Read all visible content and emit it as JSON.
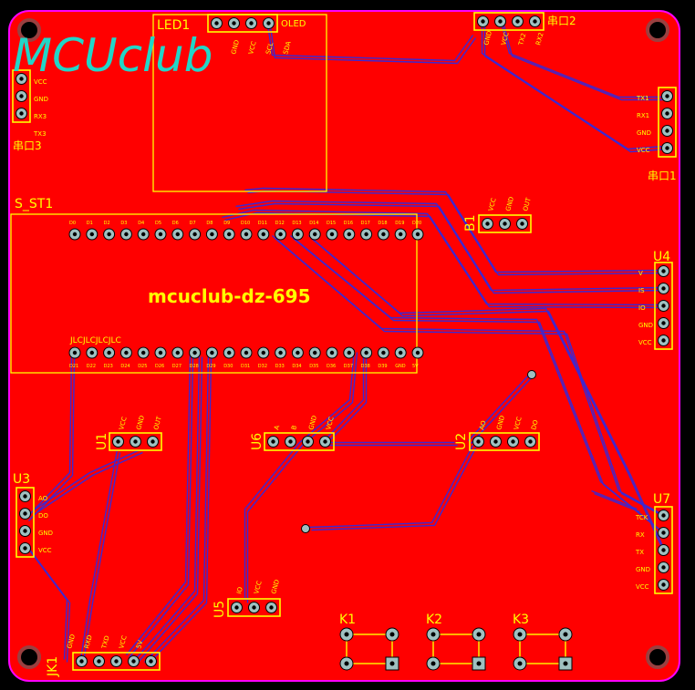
{
  "logo": "MCUclub",
  "board_text": {
    "main_title": "mcuclub-dz-695",
    "jlc_marker": "JLCJLCJLCJLC"
  },
  "designators": {
    "led1": "LED1",
    "oled": "OLED",
    "uart2": "串口2",
    "uart1": "串口1",
    "uart3": "串口3",
    "s_st1": "S_ST1",
    "b1": "B1",
    "u4": "U4",
    "u1": "U1",
    "u6": "U6",
    "u2": "U2",
    "u3": "U3",
    "u7": "U7",
    "u5": "U5",
    "jk1": "JK1",
    "k1": "K1",
    "k2": "K2",
    "k3": "K3"
  },
  "pin_labels": {
    "oled": [
      "GND",
      "VCC",
      "SCL",
      "SDA"
    ],
    "uart2": [
      "GND",
      "VCC",
      "TX2",
      "RX2"
    ],
    "uart1": [
      "TX1",
      "RX1",
      "GND",
      "VCC"
    ],
    "uart3": [
      "VCC",
      "GND",
      "RX3",
      "TX3"
    ],
    "b1": [
      "VCC",
      "GND",
      "OUT"
    ],
    "u4": [
      "V",
      "IS",
      "IO",
      "GND",
      "VCC"
    ],
    "u1": [
      "VCC",
      "GND",
      "OUT"
    ],
    "u6": [
      "A",
      "B",
      "GND",
      "VCC"
    ],
    "u2": [
      "AO",
      "GND",
      "VCC",
      "DO"
    ],
    "u3": [
      "AO",
      "DO",
      "GND",
      "VCC"
    ],
    "u7": [
      "TCK",
      "RX",
      "TX",
      "GND",
      "VCC"
    ],
    "u5": [
      "IO",
      "VCC",
      "GND"
    ],
    "jk1": [
      "GND",
      "RXD",
      "TXD",
      "VCC",
      "5V"
    ],
    "s_st1_top": [
      "D0",
      "D1",
      "D2",
      "D3",
      "D4",
      "D5",
      "D6",
      "D7",
      "D8",
      "D9",
      "D10",
      "D11",
      "D12",
      "D13",
      "D14",
      "D15",
      "D16",
      "D17",
      "D18",
      "D19",
      "D20"
    ],
    "s_st1_bottom": [
      "D21",
      "D22",
      "D23",
      "D24",
      "D25",
      "D26",
      "D27",
      "D28",
      "D29",
      "D30",
      "D31",
      "D32",
      "D33",
      "D34",
      "D35",
      "D36",
      "D37",
      "D38",
      "D39",
      "GND",
      "5V"
    ]
  },
  "colors": {
    "board": "#ff0000",
    "outline": "#ff00ff",
    "silk": "#ffff00",
    "trace": "#3c28d2",
    "pad": "#9fc0c0",
    "logo": "#22d6c8"
  }
}
